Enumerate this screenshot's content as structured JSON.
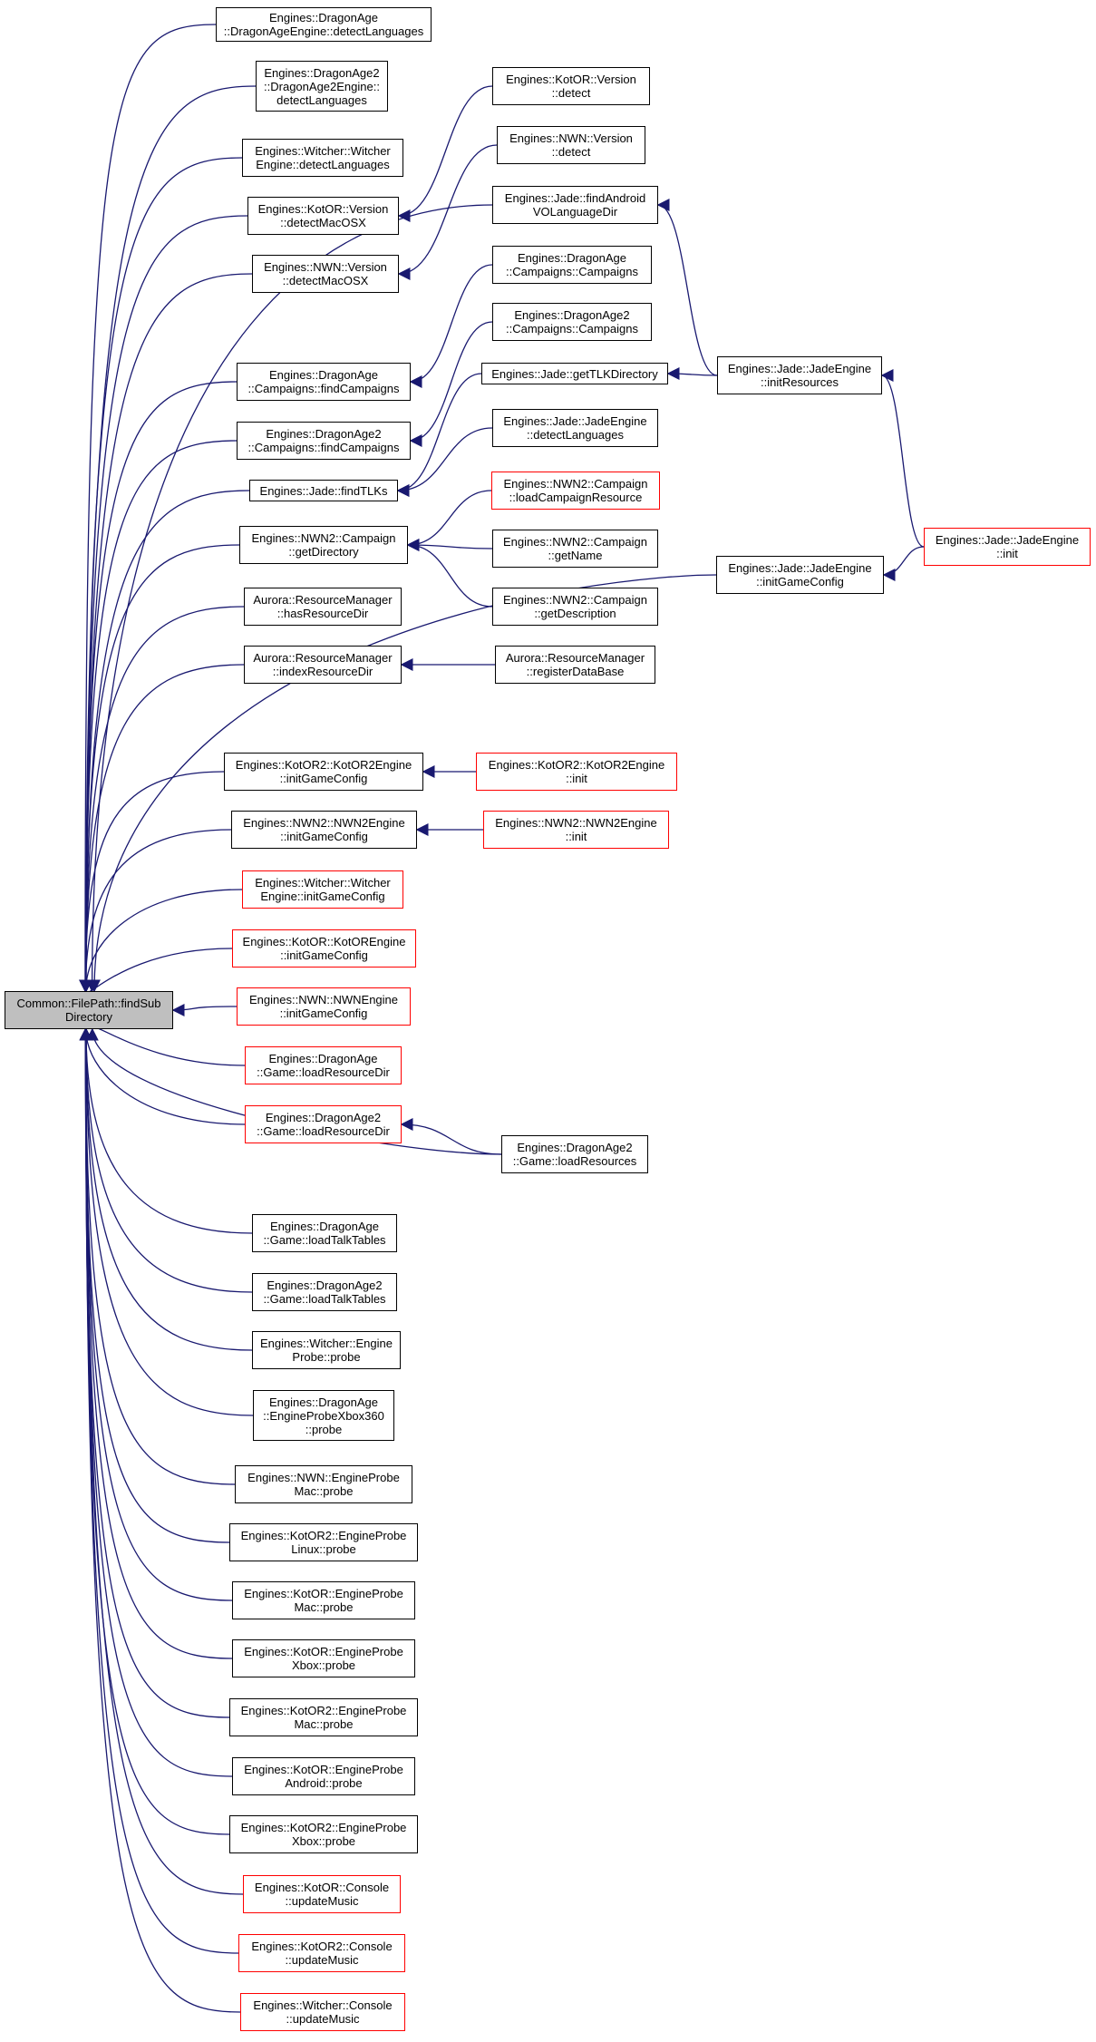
{
  "colors": {
    "edge": "#191970",
    "node_border": "#000000",
    "truncated_border": "#ff0000",
    "root_fill": "#bfbfbf"
  },
  "nodes": {
    "root": {
      "lines": [
        "Common::FilePath::findSub",
        "Directory"
      ],
      "truncated": false
    },
    "da_detect": {
      "lines": [
        "Engines::DragonAge",
        "::DragonAgeEngine::detectLanguages"
      ],
      "truncated": false
    },
    "da2_detect": {
      "lines": [
        "Engines::DragonAge2",
        "::DragonAge2Engine::",
        "detectLanguages"
      ],
      "truncated": false
    },
    "witcher_detect": {
      "lines": [
        "Engines::Witcher::Witcher",
        "Engine::detectLanguages"
      ],
      "truncated": false
    },
    "kotor_ver_macosx": {
      "lines": [
        "Engines::KotOR::Version",
        "::detectMacOSX"
      ],
      "truncated": false
    },
    "nwn_ver_macosx": {
      "lines": [
        "Engines::NWN::Version",
        "::detectMacOSX"
      ],
      "truncated": false
    },
    "da_findcamp": {
      "lines": [
        "Engines::DragonAge",
        "::Campaigns::findCampaigns"
      ],
      "truncated": false
    },
    "da2_findcamp": {
      "lines": [
        "Engines::DragonAge2",
        "::Campaigns::findCampaigns"
      ],
      "truncated": false
    },
    "jade_findtlks": {
      "lines": [
        "Engines::Jade::findTLKs"
      ],
      "truncated": false
    },
    "nwn2_getdir": {
      "lines": [
        "Engines::NWN2::Campaign",
        "::getDirectory"
      ],
      "truncated": false
    },
    "rm_hasres": {
      "lines": [
        "Aurora::ResourceManager",
        "::hasResourceDir"
      ],
      "truncated": false
    },
    "rm_indexres": {
      "lines": [
        "Aurora::ResourceManager",
        "::indexResourceDir"
      ],
      "truncated": false
    },
    "kotor2_igc": {
      "lines": [
        "Engines::KotOR2::KotOR2Engine",
        "::initGameConfig"
      ],
      "truncated": false
    },
    "nwn2_igc": {
      "lines": [
        "Engines::NWN2::NWN2Engine",
        "::initGameConfig"
      ],
      "truncated": false
    },
    "witcher_igc": {
      "lines": [
        "Engines::Witcher::Witcher",
        "Engine::initGameConfig"
      ],
      "truncated": true
    },
    "kotor_igc": {
      "lines": [
        "Engines::KotOR::KotOREngine",
        "::initGameConfig"
      ],
      "truncated": true
    },
    "nwn_igc": {
      "lines": [
        "Engines::NWN::NWNEngine",
        "::initGameConfig"
      ],
      "truncated": true
    },
    "da_loadres": {
      "lines": [
        "Engines::DragonAge",
        "::Game::loadResourceDir"
      ],
      "truncated": true
    },
    "da2_loadres": {
      "lines": [
        "Engines::DragonAge2",
        "::Game::loadResourceDir"
      ],
      "truncated": true
    },
    "da_talk": {
      "lines": [
        "Engines::DragonAge",
        "::Game::loadTalkTables"
      ],
      "truncated": false
    },
    "da2_talk": {
      "lines": [
        "Engines::DragonAge2",
        "::Game::loadTalkTables"
      ],
      "truncated": false
    },
    "witcher_probe": {
      "lines": [
        "Engines::Witcher::Engine",
        "Probe::probe"
      ],
      "truncated": false
    },
    "da_x360_probe": {
      "lines": [
        "Engines::DragonAge",
        "::EngineProbeXbox360",
        "::probe"
      ],
      "truncated": false
    },
    "nwn_mac_probe": {
      "lines": [
        "Engines::NWN::EngineProbe",
        "Mac::probe"
      ],
      "truncated": false
    },
    "kotor2_linux_probe": {
      "lines": [
        "Engines::KotOR2::EngineProbe",
        "Linux::probe"
      ],
      "truncated": false
    },
    "kotor_mac_probe": {
      "lines": [
        "Engines::KotOR::EngineProbe",
        "Mac::probe"
      ],
      "truncated": false
    },
    "kotor_xbox_probe": {
      "lines": [
        "Engines::KotOR::EngineProbe",
        "Xbox::probe"
      ],
      "truncated": false
    },
    "kotor2_mac_probe": {
      "lines": [
        "Engines::KotOR2::EngineProbe",
        "Mac::probe"
      ],
      "truncated": false
    },
    "kotor_android_probe": {
      "lines": [
        "Engines::KotOR::EngineProbe",
        "Android::probe"
      ],
      "truncated": false
    },
    "kotor2_xbox_probe": {
      "lines": [
        "Engines::KotOR2::EngineProbe",
        "Xbox::probe"
      ],
      "truncated": false
    },
    "kotor_music": {
      "lines": [
        "Engines::KotOR::Console",
        "::updateMusic"
      ],
      "truncated": true
    },
    "kotor2_music": {
      "lines": [
        "Engines::KotOR2::Console",
        "::updateMusic"
      ],
      "truncated": true
    },
    "witcher_music": {
      "lines": [
        "Engines::Witcher::Console",
        "::updateMusic"
      ],
      "truncated": true
    },
    "kotor_ver_detect": {
      "lines": [
        "Engines::KotOR::Version",
        "::detect"
      ],
      "truncated": false
    },
    "nwn_ver_detect": {
      "lines": [
        "Engines::NWN::Version",
        "::detect"
      ],
      "truncated": false
    },
    "jade_findvo": {
      "lines": [
        "Engines::Jade::findAndroid",
        "VOLanguageDir"
      ],
      "truncated": false
    },
    "da_campaigns": {
      "lines": [
        "Engines::DragonAge",
        "::Campaigns::Campaigns"
      ],
      "truncated": false
    },
    "da2_campaigns": {
      "lines": [
        "Engines::DragonAge2",
        "::Campaigns::Campaigns"
      ],
      "truncated": false
    },
    "jade_gettlk": {
      "lines": [
        "Engines::Jade::getTLKDirectory"
      ],
      "truncated": false
    },
    "jade_detectlang": {
      "lines": [
        "Engines::Jade::JadeEngine",
        "::detectLanguages"
      ],
      "truncated": false
    },
    "nwn2_loadcamp": {
      "lines": [
        "Engines::NWN2::Campaign",
        "::loadCampaignResource"
      ],
      "truncated": true
    },
    "nwn2_getname": {
      "lines": [
        "Engines::NWN2::Campaign",
        "::getName"
      ],
      "truncated": false
    },
    "nwn2_getdesc": {
      "lines": [
        "Engines::NWN2::Campaign",
        "::getDescription"
      ],
      "truncated": false
    },
    "rm_regdb": {
      "lines": [
        "Aurora::ResourceManager",
        "::registerDataBase"
      ],
      "truncated": false
    },
    "jade_igc": {
      "lines": [
        "Engines::Jade::JadeEngine",
        "::initGameConfig"
      ],
      "truncated": false
    },
    "kotor2_init": {
      "lines": [
        "Engines::KotOR2::KotOR2Engine",
        "::init"
      ],
      "truncated": true
    },
    "nwn2_init": {
      "lines": [
        "Engines::NWN2::NWN2Engine",
        "::init"
      ],
      "truncated": true
    },
    "da2_loadresources": {
      "lines": [
        "Engines::DragonAge2",
        "::Game::loadResources"
      ],
      "truncated": false
    },
    "jade_initres": {
      "lines": [
        "Engines::Jade::JadeEngine",
        "::initResources"
      ],
      "truncated": false
    },
    "jade_init": {
      "lines": [
        "Engines::Jade::JadeEngine",
        "::init"
      ],
      "truncated": true
    }
  },
  "edges": [
    [
      "da_detect",
      "root"
    ],
    [
      "da2_detect",
      "root"
    ],
    [
      "witcher_detect",
      "root"
    ],
    [
      "kotor_ver_macosx",
      "root"
    ],
    [
      "nwn_ver_macosx",
      "root"
    ],
    [
      "jade_findvo",
      "root"
    ],
    [
      "da_findcamp",
      "root"
    ],
    [
      "da2_findcamp",
      "root"
    ],
    [
      "jade_findtlks",
      "root"
    ],
    [
      "nwn2_getdir",
      "root"
    ],
    [
      "rm_hasres",
      "root"
    ],
    [
      "rm_indexres",
      "root"
    ],
    [
      "jade_igc",
      "root"
    ],
    [
      "kotor2_igc",
      "root"
    ],
    [
      "nwn2_igc",
      "root"
    ],
    [
      "witcher_igc",
      "root"
    ],
    [
      "kotor_igc",
      "root"
    ],
    [
      "nwn_igc",
      "root"
    ],
    [
      "da_loadres",
      "root"
    ],
    [
      "da2_loadres",
      "root"
    ],
    [
      "da2_loadresources",
      "root"
    ],
    [
      "da_talk",
      "root"
    ],
    [
      "da2_talk",
      "root"
    ],
    [
      "witcher_probe",
      "root"
    ],
    [
      "da_x360_probe",
      "root"
    ],
    [
      "nwn_mac_probe",
      "root"
    ],
    [
      "kotor2_linux_probe",
      "root"
    ],
    [
      "kotor_mac_probe",
      "root"
    ],
    [
      "kotor_xbox_probe",
      "root"
    ],
    [
      "kotor2_mac_probe",
      "root"
    ],
    [
      "kotor_android_probe",
      "root"
    ],
    [
      "kotor2_xbox_probe",
      "root"
    ],
    [
      "kotor_music",
      "root"
    ],
    [
      "kotor2_music",
      "root"
    ],
    [
      "witcher_music",
      "root"
    ],
    [
      "kotor_ver_detect",
      "kotor_ver_macosx"
    ],
    [
      "nwn_ver_detect",
      "nwn_ver_macosx"
    ],
    [
      "da_campaigns",
      "da_findcamp"
    ],
    [
      "da2_campaigns",
      "da2_findcamp"
    ],
    [
      "jade_gettlk",
      "jade_findtlks"
    ],
    [
      "jade_detectlang",
      "jade_findtlks"
    ],
    [
      "nwn2_loadcamp",
      "nwn2_getdir"
    ],
    [
      "nwn2_getname",
      "nwn2_getdir"
    ],
    [
      "nwn2_getdesc",
      "nwn2_getdir"
    ],
    [
      "rm_regdb",
      "rm_indexres"
    ],
    [
      "kotor2_init",
      "kotor2_igc"
    ],
    [
      "nwn2_init",
      "nwn2_igc"
    ],
    [
      "da2_loadresources",
      "da2_loadres"
    ],
    [
      "jade_initres",
      "jade_findvo"
    ],
    [
      "jade_initres",
      "jade_gettlk"
    ],
    [
      "jade_init",
      "jade_initres"
    ],
    [
      "jade_init",
      "jade_igc"
    ]
  ]
}
